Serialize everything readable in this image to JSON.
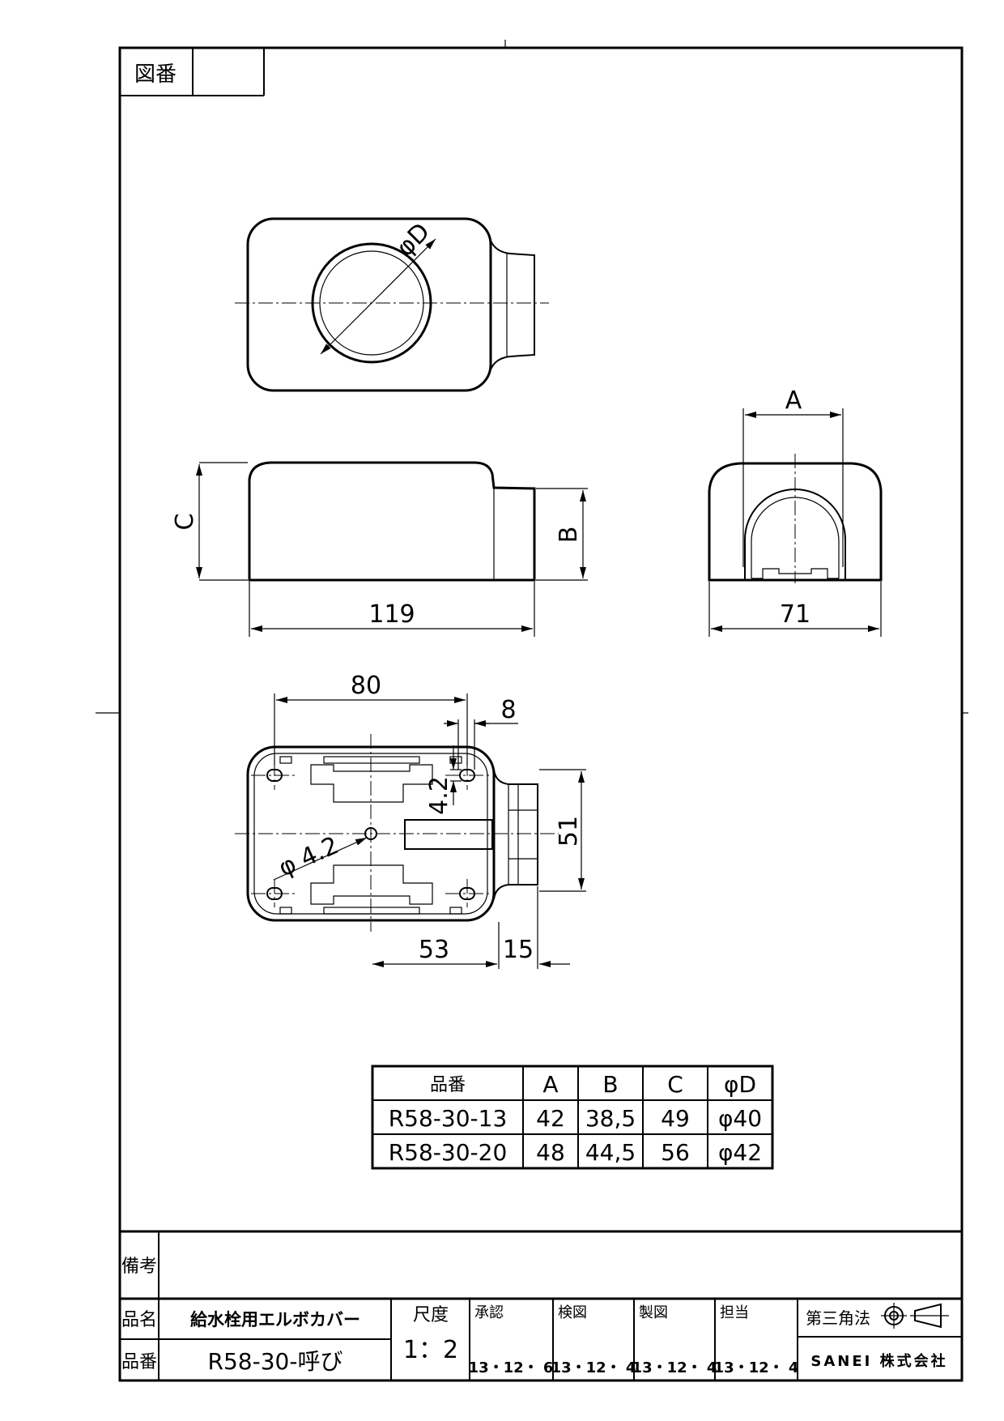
{
  "drawing_number_label": "図番",
  "drawing_number_value": "",
  "dimensions": {
    "phi_d": "φD",
    "a": "A",
    "b": "B",
    "c": "C",
    "length": "119",
    "width": "71",
    "hole_spacing": "80",
    "slot": "8",
    "slot_height": "4.2",
    "hole_dia": "φ 4.2",
    "height": "51",
    "center_offset": "53",
    "pipe_len": "15"
  },
  "spec_table": {
    "headers": [
      "品番",
      "A",
      "B",
      "C",
      "φD"
    ],
    "rows": [
      [
        "R58-30-13",
        "42",
        "38,5",
        "49",
        "φ40"
      ],
      [
        "R58-30-20",
        "48",
        "44,5",
        "56",
        "φ42"
      ]
    ]
  },
  "title_block": {
    "remarks_label": "備考",
    "remarks_value": "",
    "name_label": "品名",
    "name_value": "給水栓用エルボカバー",
    "number_label": "品番",
    "number_value": "R58-30-呼び",
    "scale_label": "尺度",
    "scale_value": "1：2",
    "approval_label": "承認",
    "approval_date": "13・12・ 6",
    "check_label": "検図",
    "check_date": "13・12・ 4",
    "draft_label": "製図",
    "draft_date": "13・12・ 4",
    "charge_label": "担当",
    "charge_date": "13・12・ 4",
    "projection": "第三角法",
    "company": "SANEI 株式会社"
  }
}
